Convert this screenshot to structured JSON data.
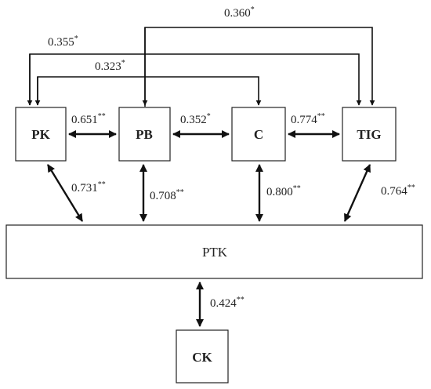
{
  "nodes": {
    "pk": "PK",
    "pb": "PB",
    "c": "C",
    "tig": "TIG",
    "ptk": "PTK",
    "ck": "CK"
  },
  "correlations": {
    "pk_pb": {
      "value": "0.651",
      "sig": "**"
    },
    "pb_c": {
      "value": "0.352",
      "sig": "*"
    },
    "c_tig": {
      "value": "0.774",
      "sig": "**"
    },
    "pk_ptk": {
      "value": "0.731",
      "sig": "**"
    },
    "pb_ptk": {
      "value": "0.708",
      "sig": "**"
    },
    "c_ptk": {
      "value": "0.800",
      "sig": "**"
    },
    "tig_ptk": {
      "value": "0.764",
      "sig": "**"
    },
    "ptk_ck": {
      "value": "0.424",
      "sig": "**"
    },
    "pb_tig": {
      "value": "0.360",
      "sig": "*"
    },
    "pk_tig": {
      "value": "0.355",
      "sig": "*"
    },
    "pk_c": {
      "value": "0.323",
      "sig": "*"
    }
  }
}
